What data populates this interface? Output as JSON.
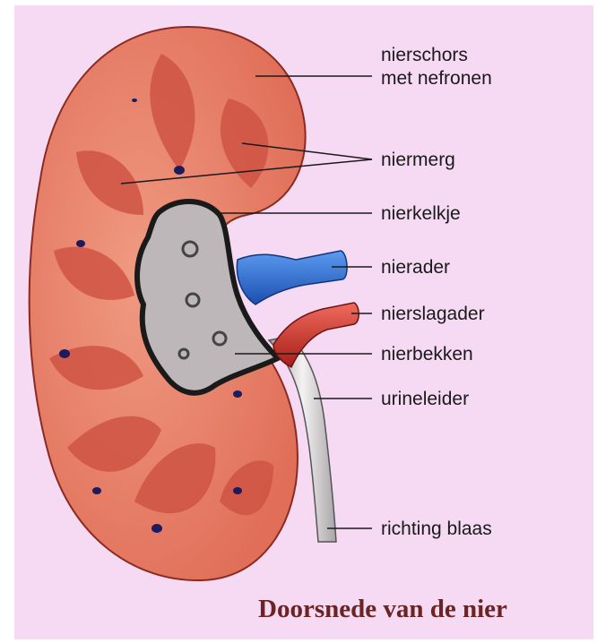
{
  "labels": {
    "cortex_line1": "nierschors",
    "cortex_line2": "met nefronen",
    "medulla": "niermerg",
    "calyx": "nierkelkje",
    "vein": "nierader",
    "artery": "nierslagader",
    "pelvis": "nierbekken",
    "ureter": "urineleider",
    "direction": "richting blaas"
  },
  "caption": "Doorsnede van de nier",
  "colors": {
    "background": "#f6d9f3",
    "cortex": "#e8826a",
    "medulla": "#c94a3c",
    "vein": "#2b6fd6",
    "artery": "#d8342a",
    "pelvis": "#b8b2b4",
    "caption": "#6b2424"
  }
}
